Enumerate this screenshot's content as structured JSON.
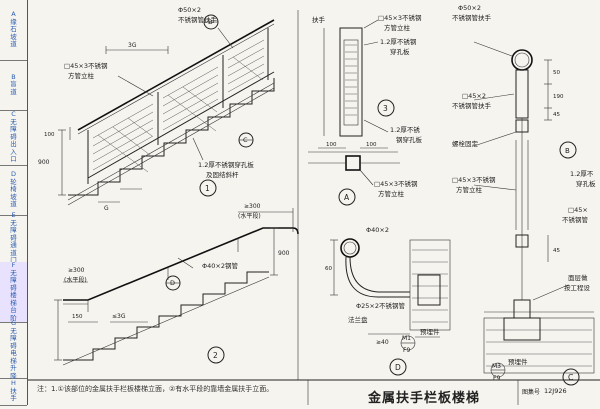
{
  "sidebar": [
    {
      "letter": "A",
      "text": "缘石坡道"
    },
    {
      "letter": "B",
      "text": "盲道"
    },
    {
      "letter": "C",
      "text": "无障碍出入口"
    },
    {
      "letter": "D",
      "text": "轮椅坡道"
    },
    {
      "letter": "E",
      "text": "无障碍通道门"
    },
    {
      "letter": "F",
      "text": "无障碍楼梯台阶",
      "active": true
    },
    {
      "letter": "G",
      "text": "无障碍电梯升降平台"
    },
    {
      "letter": "H",
      "text": "扶手"
    }
  ],
  "labels": {
    "phi50": "Φ50×2",
    "ss_rail": "不锈钢管扶手",
    "sq45_1": "□45×3不锈钢",
    "sq_post": "方管立柱",
    "dim36": "3G",
    "dim100": "100",
    "dim900": "900",
    "g": "G",
    "perf_plate": "1.2厚不锈钢穿孔板",
    "slope_bar": "及固结斜杆",
    "circ1": "1",
    "circB": "B",
    "circC": "C",
    "circ3": "3",
    "handrail": "扶手",
    "sq45_2": "□45×3不锈钢",
    "sq_post2": "方管立柱",
    "perf_short": "1.2厚不锈钢",
    "perf_plate2": "穿孔板",
    "circA": "A",
    "sq45_a": "□45×3不锈钢",
    "sq_post_a": "方管立柱",
    "perf_a1": "1.2厚不锈",
    "perf_a2": "钢穿孔板",
    "dim100a": "100",
    "dim100b": "100",
    "ge300": "≥300",
    "level": "(水平段)",
    "phi40": "Φ40×2钢管",
    "circD": "D",
    "ge300b": "≥300",
    "levelb": "(水平段)",
    "dim150": "150",
    "le3g": "≤3G",
    "circ2": "2",
    "phi40b": "Φ40×2",
    "dim60": "60",
    "phi25": "Φ25×2不锈钢管",
    "flange": "法兰盘",
    "ge40": "≥40",
    "m1": "M1",
    "f9a": "F9",
    "embed": "预埋件",
    "circDd": "D",
    "phi50b": "Φ50×2",
    "ss_rail_b": "不锈钢管扶手",
    "sq45b": "□45×2",
    "ss_rail_c": "不锈钢管扶手",
    "bolt": "螺栓固定",
    "sq45c": "□45×3不锈钢",
    "sq_post_c": "方管立柱",
    "circBb": "B",
    "perf_c1": "1.2厚不",
    "perf_c2": "穿孔板",
    "sq45d": "□45×",
    "ss_rail_d": "不锈钢管",
    "dim50": "50",
    "dim190": "190",
    "dim45": "45",
    "dim45b": "45",
    "face1": "面层做",
    "face2": "按工程设",
    "m3": "M3",
    "f9b": "F9",
    "embed2": "预埋件",
    "circCc": "C"
  },
  "footer": {
    "note": "注：1.①该部位的金属扶手栏板楼梯立面，②有水平段的靠墙金属扶手立面。",
    "title": "金属扶手栏板楼梯",
    "atlas_label": "图集号",
    "atlas_no": "12J926"
  }
}
